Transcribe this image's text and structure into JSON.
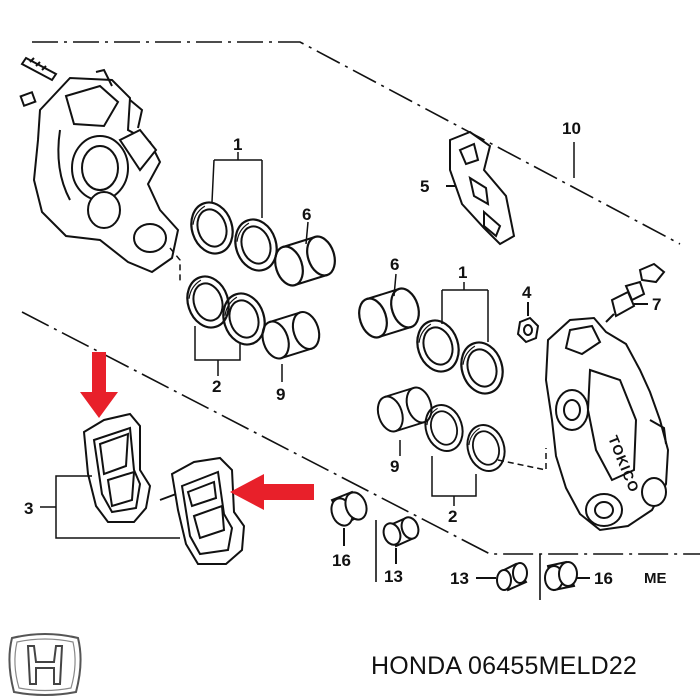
{
  "diagram": {
    "title_fragment": "ME",
    "brand_mark": "TOKICO",
    "labels": {
      "l1_left": "1",
      "l1_right": "1",
      "l2_left": "2",
      "l2_right": "2",
      "l3": "3",
      "l4": "4",
      "l5": "5",
      "l6_left": "6",
      "l6_right": "6",
      "l7": "7",
      "l9_left": "9",
      "l9_right": "9",
      "l10": "10",
      "l13_a": "13",
      "l13_b": "13",
      "l16_a": "16",
      "l16_b": "16"
    }
  },
  "caption": "HONDA 06455MELD22",
  "colors": {
    "arrow": "#e8202a",
    "line": "#111111"
  }
}
